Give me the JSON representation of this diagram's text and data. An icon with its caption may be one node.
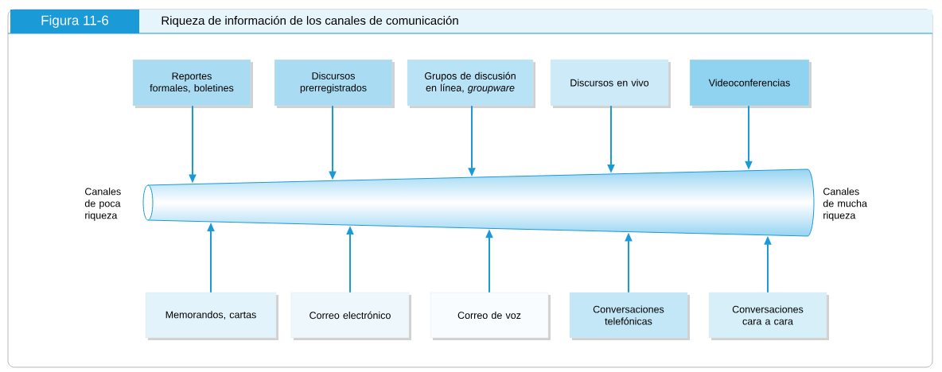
{
  "diagram": {
    "title": "Riqueza de información de los canales de comunicación",
    "nodes": [
      {
        "text": [
          "Reportes formales, boletines"
        ]
      },
      {
        "text": [
          "Discursos prerregistrados"
        ]
      },
      {
        "text": [
          "Grupos de discusión en línea, *groupware*"
        ]
      },
      {
        "text": [
          "Discursos en vivo"
        ]
      },
      {
        "text": [
          "Videoconferencias"
        ]
      },
      {
        "text": [],
        "shape": "cone"
      },
      {
        "text": [
          "Memorandos, cartas"
        ]
      },
      {
        "text": [
          "Correo electrónico"
        ]
      },
      {
        "text": [
          "Correo de voz"
        ]
      },
      {
        "text": [
          "Conversaciones telefónicas"
        ]
      },
      {
        "text": [
          "Conversaciones cara a cara"
        ]
      }
    ],
    "edges": [
      {
        "from": 0,
        "to": 5,
        "arrow": "to"
      },
      {
        "from": 1,
        "to": 5,
        "arrow": "to"
      },
      {
        "from": 2,
        "to": 5,
        "arrow": "to"
      },
      {
        "from": 3,
        "to": 5,
        "arrow": "to"
      },
      {
        "from": 4,
        "to": 5,
        "arrow": "to"
      },
      {
        "from": 6,
        "to": 5,
        "arrow": "to"
      },
      {
        "from": 7,
        "to": 5,
        "arrow": "to"
      },
      {
        "from": 8,
        "to": 5,
        "arrow": "to"
      },
      {
        "from": 9,
        "to": 5,
        "arrow": "to"
      },
      {
        "from": 10,
        "to": 5,
        "arrow": "to"
      }
    ],
    "labels": [
      "Figura 11-6",
      "Canales de poca riqueza",
      "Canales de mucha riqueza"
    ]
  }
}
